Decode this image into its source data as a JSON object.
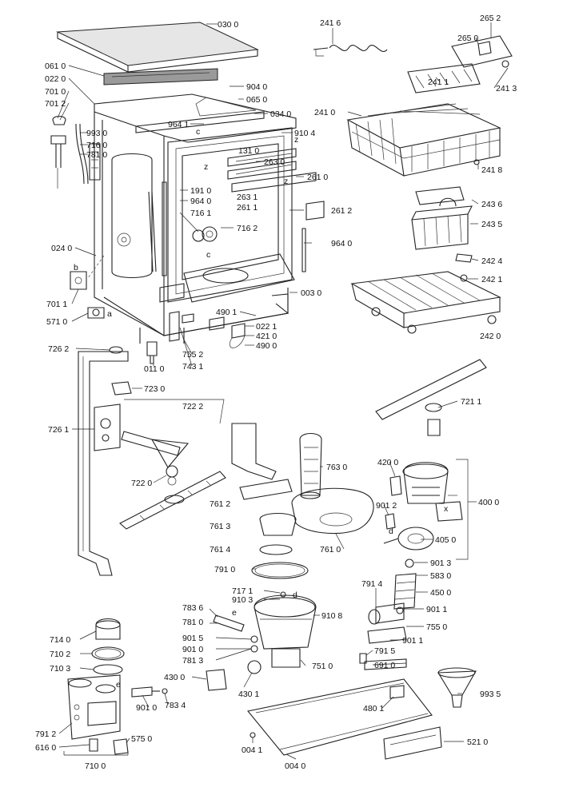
{
  "labels": {
    "l0300": "030 0",
    "l0610": "061 0",
    "l0220": "022 0",
    "l7010": "701 0",
    "l7012": "701 2",
    "l9040": "904 0",
    "l0650": "065 0",
    "l0340": "034 0",
    "l9641a": "964 1",
    "l9104": "910 4",
    "l9930": "993 0",
    "l7160": "716 0",
    "l7810": "781 0",
    "l1310": "131 0",
    "l2630": "263 0",
    "l2610": "261 0",
    "l1910": "191 0",
    "l9640a": "964 0",
    "l7161": "716 1",
    "l2631": "263 1",
    "l2611": "261 1",
    "l2612": "261 2",
    "l7162": "716 2",
    "l9640b": "964 0",
    "l0240": "024 0",
    "l0030": "003 0",
    "l7011": "701 1",
    "l5710": "571 0",
    "l4901": "490 1",
    "l0221": "022 1",
    "l4210": "421 0",
    "l4900": "490 0",
    "l7262": "726 2",
    "l7552": "755 2",
    "l7431": "743 1",
    "l0110": "011 0",
    "l7230": "723 0",
    "l7222": "722 2",
    "l7261": "726 1",
    "l7220": "722 0",
    "l2416": "241 6",
    "l2652": "265 2",
    "l2650": "265 0",
    "l2411": "241 1",
    "l2413": "241 3",
    "l2410": "241 0",
    "l2418": "241 8",
    "l2436": "243 6",
    "l2435": "243 5",
    "l2424": "242 4",
    "l2421": "242 1",
    "l2420": "242 0",
    "l7211": "721 1",
    "l7630": "763 0",
    "l4200": "420 0",
    "l4000": "400 0",
    "l9012": "901 2",
    "l7612": "761 2",
    "l7613": "761 3",
    "l7610": "761 0",
    "l4050": "405 0",
    "l7614": "761 4",
    "l9013": "901 3",
    "l7910": "791 0",
    "l5830": "583 0",
    "l7914": "791 4",
    "l4500": "450 0",
    "l7171": "717 1",
    "l9103": "910 3",
    "l7836": "783 6",
    "l9108": "910 8",
    "l9011a": "901 1",
    "l7810b": "781 0",
    "l7550": "755 0",
    "l9015": "901 5",
    "l9011b": "901 1",
    "l9010a": "901 0",
    "l7813": "781 3",
    "l7915": "791 5",
    "l7510": "751 0",
    "l6910": "691 0",
    "l7140": "714 0",
    "l7102": "710 2",
    "l7103": "710 3",
    "l4300": "430 0",
    "l4301": "430 1",
    "l7834": "783 4",
    "l9010b": "901 0",
    "l4801": "480 1",
    "l9935": "993 5",
    "l7912": "791 2",
    "l6160": "616 0",
    "l5750": "575 0",
    "l5210": "521 0",
    "l0041": "004 1",
    "l0040": "004 0",
    "l7100": "710 0"
  },
  "letters": {
    "a": "a",
    "b": "b",
    "c": "c",
    "d": "d",
    "e": "e",
    "x": "x",
    "z": "z"
  }
}
